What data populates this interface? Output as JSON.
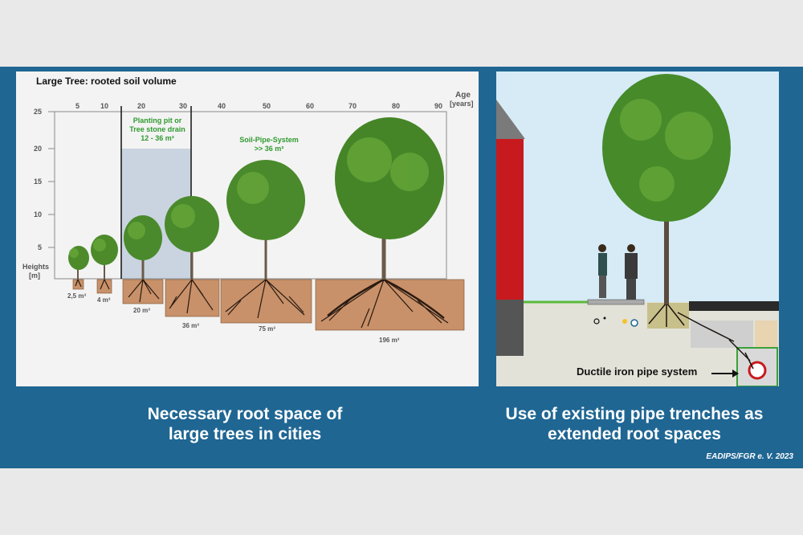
{
  "left_panel": {
    "title": "Large Tree: rooted soil volume",
    "age_label": "Age",
    "age_unit": "[years]",
    "age_ticks": [
      "5",
      "10",
      "20",
      "30",
      "40",
      "50",
      "60",
      "70",
      "80",
      "90"
    ],
    "height_ticks": [
      "25",
      "20",
      "15",
      "10",
      "5"
    ],
    "height_label": "Heights",
    "height_unit": "[m]",
    "planting_pit_label": [
      "Planting pit or",
      "Tree stone drain",
      "12 - 36 m³"
    ],
    "soil_pipe_label": [
      "Soil-Pipe-System",
      ">> 36 m³"
    ],
    "volumes": [
      "2,5 m³",
      "4 m³",
      "20 m³",
      "36 m³",
      "75 m³",
      "196 m³"
    ],
    "caption": [
      "Necessary root space of",
      "large trees in cities"
    ]
  },
  "right_panel": {
    "pipe_label": "Ductile iron pipe system",
    "caption": [
      "Use of existing pipe trenches as",
      "extended root spaces"
    ]
  },
  "credit": "EADIPS/FGR e. V. 2023",
  "colors": {
    "slide_bg": "#1f6693",
    "soil": "#c8916a",
    "label_green": "#2f9a2f",
    "pit_shade": "#c9d4e0",
    "sky": "#d6ebf6"
  }
}
